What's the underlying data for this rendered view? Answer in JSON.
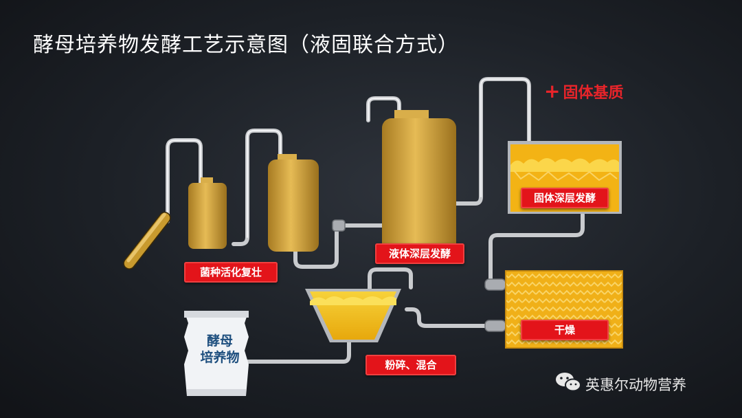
{
  "title": "酵母培养物发酵工艺示意图（液固联合方式）",
  "addon": {
    "symbol": "+",
    "text": "固体基质"
  },
  "labels": {
    "activation": "菌种活化复壮",
    "liquid": "液体深层发酵",
    "solid": "固体深层发酵",
    "drying": "干燥",
    "grinding": "粉碎、混合"
  },
  "bag": {
    "line1": "酵母",
    "line2": "培养物"
  },
  "watermark": {
    "text": "英惠尔动物营养",
    "icon": "wechat-icon"
  },
  "colors": {
    "label_red": "#e3141a",
    "tank_gold": "#d4a640",
    "liquid_yellow": "#f4c21a",
    "pipe": "#d8dadd"
  }
}
